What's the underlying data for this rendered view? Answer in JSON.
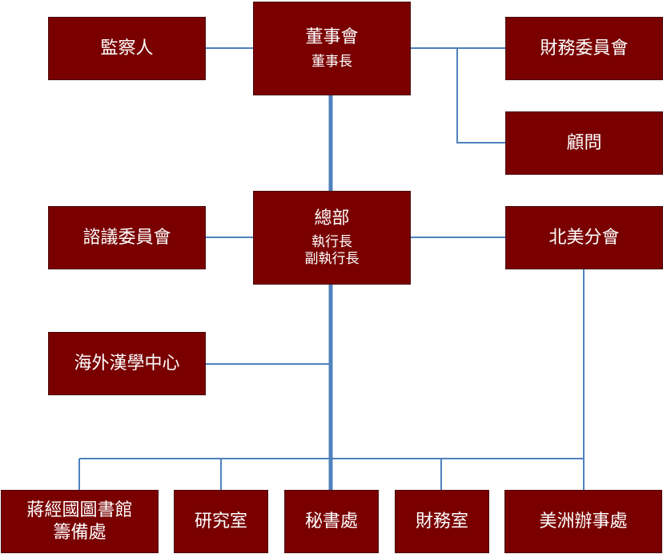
{
  "board": {
    "title": "董事會",
    "sub": "董事長"
  },
  "supervisor": {
    "title": "監察人"
  },
  "finance_committee": {
    "title": "財務委員會"
  },
  "advisor": {
    "title": "顧問"
  },
  "headquarters": {
    "title": "總部",
    "sub1": "執行長",
    "sub2": "副執行長"
  },
  "advisory_committee": {
    "title": "諮議委員會"
  },
  "north_america": {
    "title": "北美分會"
  },
  "sinology_center": {
    "title": "海外漢學中心"
  },
  "library_prep": {
    "line1": "蔣經國圖書館",
    "line2": "籌備處"
  },
  "research_office": {
    "title": "研究室"
  },
  "secretariat": {
    "title": "秘書處"
  },
  "finance_office": {
    "title": "財務室"
  },
  "americas_office": {
    "title": "美洲辦事處"
  },
  "colors": {
    "box_fill": "#7a0000",
    "box_text": "#ffffff",
    "connector": "#4f81bd"
  }
}
